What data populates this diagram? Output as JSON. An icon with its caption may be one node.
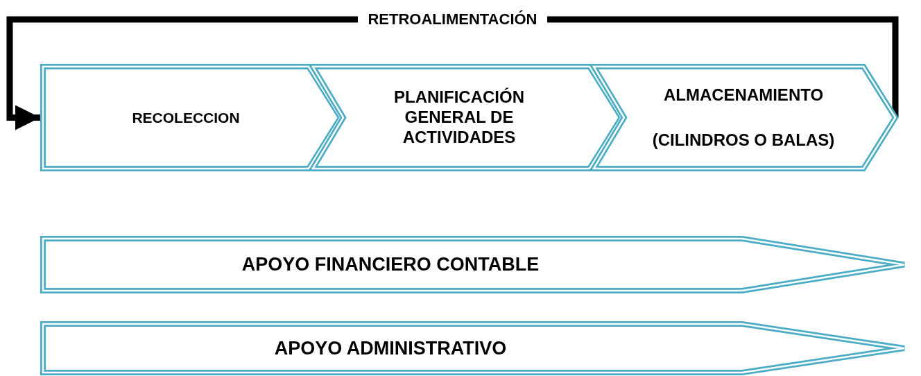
{
  "diagram": {
    "nodes": [
      {
        "text": [
          "RECOLECCION"
        ]
      },
      {
        "text": [
          "PLANIFICACIÓN GENERAL DE ACTIVIDADES"
        ]
      },
      {
        "text": [
          "ALMACENAMIENTO",
          "(CILINDROS O BALAS)"
        ]
      },
      {
        "text": [
          "APOYO FINANCIERO CONTABLE"
        ]
      },
      {
        "text": [
          "APOYO ADMINISTRATIVO"
        ]
      }
    ],
    "edges": [
      {
        "from": 2,
        "to": 0,
        "arrow": "to",
        "label": "RETROALIMENTACIÓN"
      }
    ]
  }
}
